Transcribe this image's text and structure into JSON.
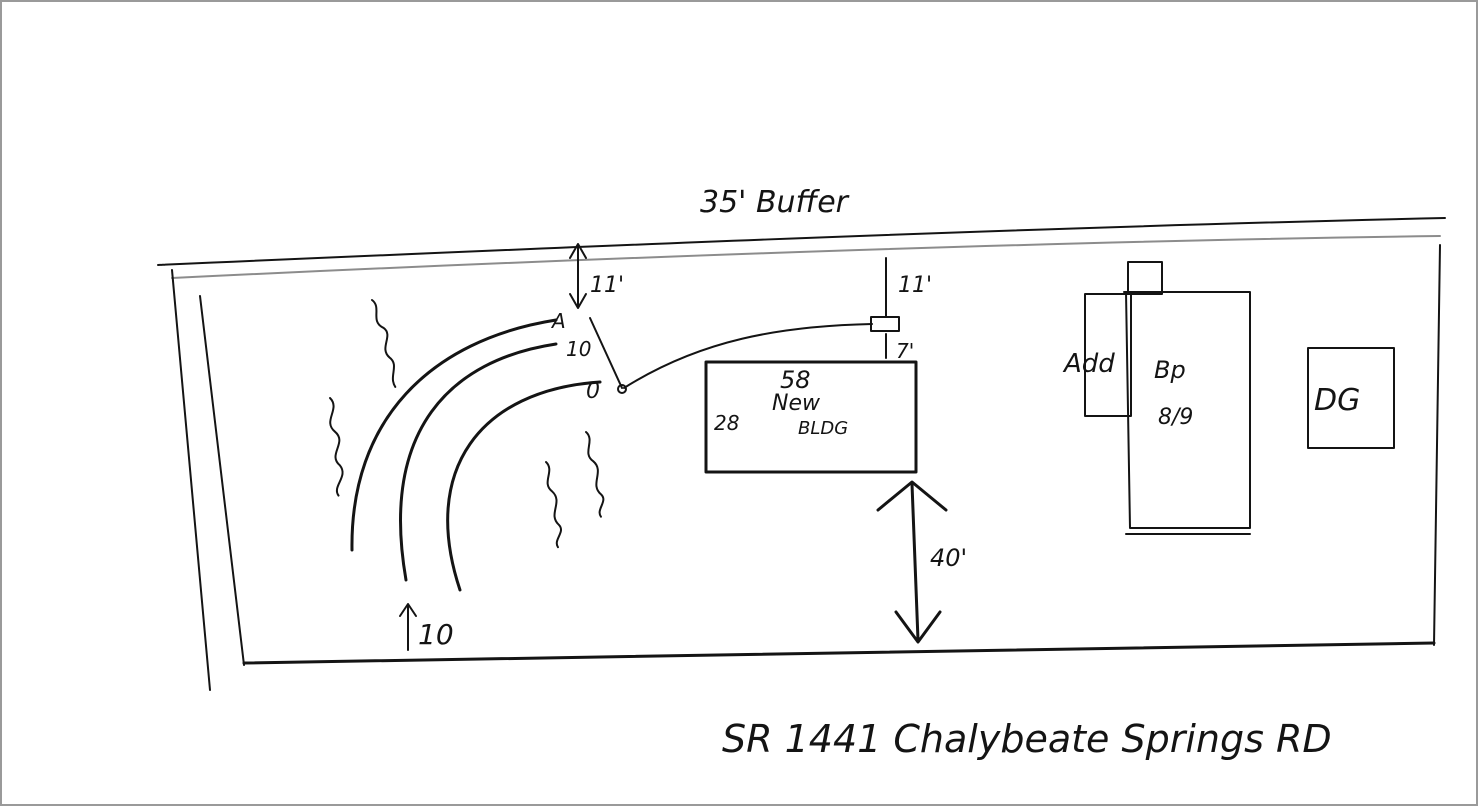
{
  "labels": {
    "buffer": "35' Buffer",
    "road": "SR 1441 Chalybeate Springs RD",
    "top_offset_left": "11'",
    "top_offset_right": "11'",
    "gap_small": "7'",
    "curve_mark_a": "A",
    "curve_mark_10": "10",
    "curve_mark_0": "0",
    "new_bldg_number": "58",
    "new_bldg_line": "New",
    "new_bldg_bldg": "BLDG",
    "new_bldg_side": "28",
    "existing_add": "Add",
    "existing_bldg": "Bp",
    "existing_sub": "8/9",
    "dg": "DG",
    "setback": "40'",
    "entry": "10"
  }
}
